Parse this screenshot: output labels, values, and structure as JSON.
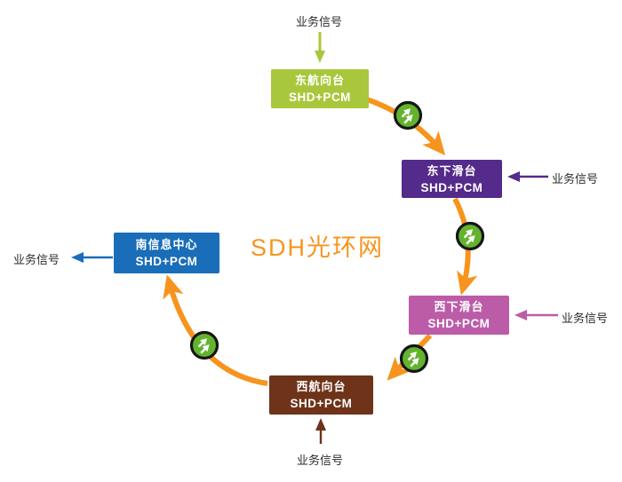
{
  "title": "SDH光环网",
  "nodes": [
    {
      "id": "east-azimuth",
      "label": "东航向台",
      "sub": "SHD+PCM",
      "color": "#a9c73c"
    },
    {
      "id": "east-glide",
      "label": "东下滑台",
      "sub": "SHD+PCM",
      "color": "#542a8a"
    },
    {
      "id": "west-glide",
      "label": "西下滑台",
      "sub": "SHD+PCM",
      "color": "#bc5ca8"
    },
    {
      "id": "west-azimuth",
      "label": "西航向台",
      "sub": "SHD+PCM",
      "color": "#6e3319"
    },
    {
      "id": "south-info",
      "label": "南信息中心",
      "sub": "SHD+PCM",
      "color": "#1a6db8"
    }
  ],
  "signals": [
    {
      "position": "top",
      "label": "业务信号",
      "direction": "into-node"
    },
    {
      "position": "right-upper",
      "label": "业务信号",
      "direction": "into-node"
    },
    {
      "position": "right-lower",
      "label": "业务信号",
      "direction": "into-node"
    },
    {
      "position": "bottom",
      "label": "业务信号",
      "direction": "into-node"
    },
    {
      "position": "left",
      "label": "业务信号",
      "direction": "out-of-node"
    }
  ],
  "ring": {
    "flow": "clockwise",
    "segments": [
      {
        "from": "east-azimuth",
        "to": "east-glide"
      },
      {
        "from": "east-glide",
        "to": "west-glide"
      },
      {
        "from": "west-glide",
        "to": "west-azimuth"
      },
      {
        "from": "west-azimuth",
        "to": "south-info"
      }
    ],
    "repeater_count": 4
  },
  "colors": {
    "ring": "#f7941d",
    "repeater-fill": "#63b32e",
    "repeater-border": "#161616",
    "title": "#f7941d",
    "label-text": "#2b2b2b",
    "background": "#ffffff"
  }
}
